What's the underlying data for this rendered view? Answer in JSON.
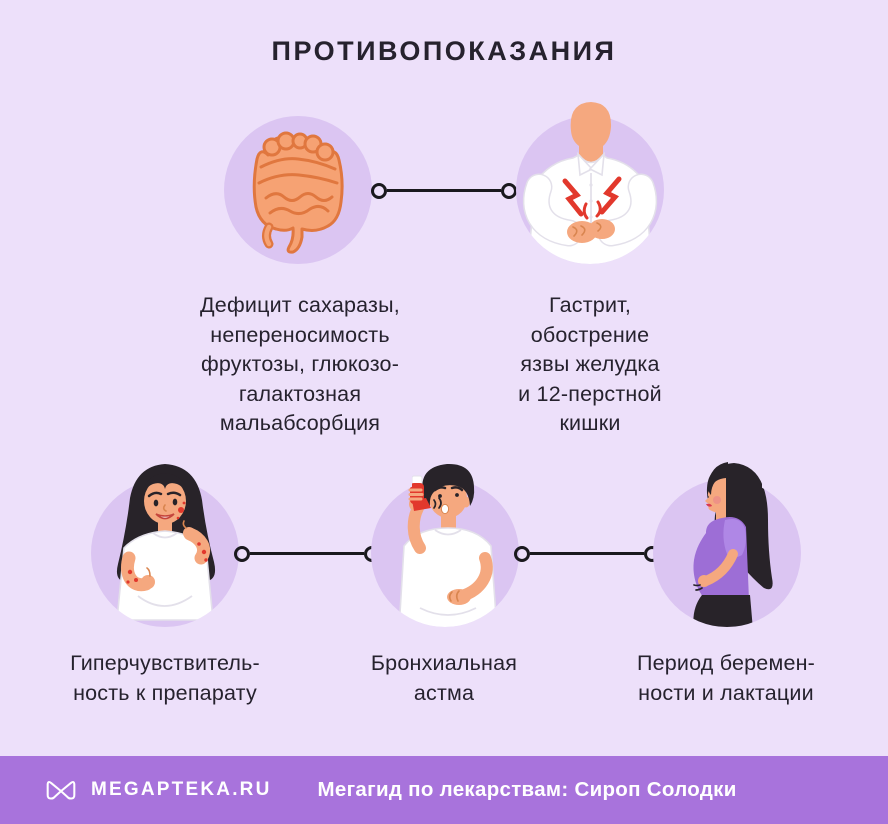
{
  "title": "ПРОТИВОПОКАЗАНИЯ",
  "colors": {
    "background": "#EDE0FA",
    "circle": "#DBC5F2",
    "ink": "#26222E",
    "connector": "#1A191E",
    "footer": "#A873DC",
    "red": "#E2382C",
    "orange": "#F6A273",
    "orange_dark": "#E0773F",
    "skin": "#F5A87F",
    "skin_dark": "#D9854F",
    "hair": "#282329",
    "purple_top": "#9D6ED6",
    "purple_sleeve": "#AF87E6",
    "shirt_line": "#E3E0EA"
  },
  "items": [
    {
      "id": "sucrase-deficiency",
      "icon": "intestines-illustration",
      "label": "Дефицит сахаразы,\nнепереносимость\nфруктозы, глюкозо-\nгалактозная\nмальабсорбция"
    },
    {
      "id": "gastritis-ulcer",
      "icon": "stomach-pain-man-illustration",
      "label": "Гастрит,\nобострение\nязвы желудка\nи 12-перстной\nкишки"
    },
    {
      "id": "hypersensitivity",
      "icon": "skin-rash-woman-illustration",
      "label": "Гиперчувствитель-\nность к препарату"
    },
    {
      "id": "bronchial-asthma",
      "icon": "inhaler-man-illustration",
      "label": "Бронхиальная\nастма"
    },
    {
      "id": "pregnancy-lactation",
      "icon": "pregnant-woman-illustration",
      "label": "Период беремен-\nности и лактации"
    }
  ],
  "footer": {
    "brand": "MEGAPTEKA.RU",
    "caption": "Мегагид по лекарствам: Сироп Солодки"
  }
}
